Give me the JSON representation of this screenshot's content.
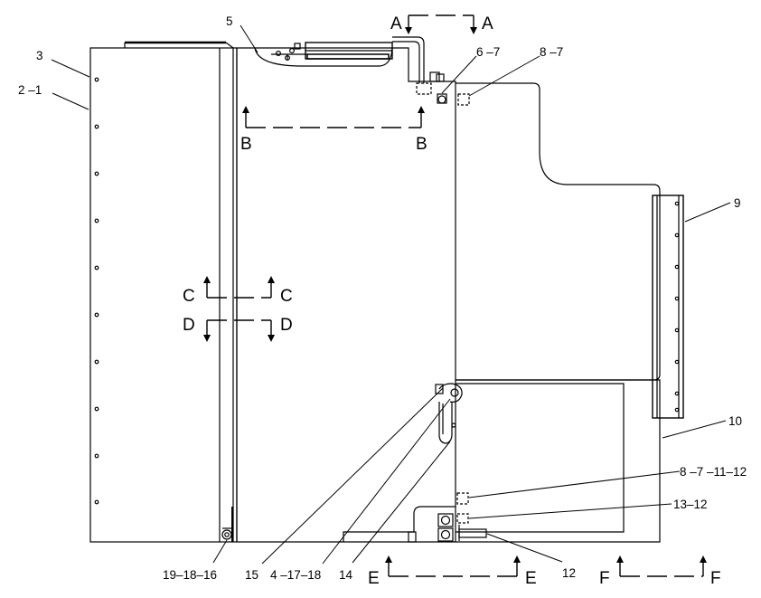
{
  "callouts": {
    "c_3": "3",
    "c_2_1": "2 –1",
    "c_5": "5",
    "c_6_7": "6 –7",
    "c_8_7_top": "8 –7",
    "c_9": "9",
    "c_10": "10",
    "c_8_7_11_12": "8 –7 –11–12",
    "c_13_12": "13–12",
    "c_12": "12",
    "c_19_18_16": "19–18–16",
    "c_15": "15",
    "c_4_17_18": "4 –17–18",
    "c_14": "14"
  },
  "sections": {
    "A_left": "A",
    "A_right": "A",
    "B_left": "B",
    "B_right": "B",
    "C_left": "C",
    "C_right": "C",
    "D_left": "D",
    "D_right": "D",
    "E_left": "E",
    "E_right": "E",
    "F_left": "F",
    "F_right": "F"
  },
  "colors": {
    "line": "#000000",
    "background": "#ffffff"
  }
}
